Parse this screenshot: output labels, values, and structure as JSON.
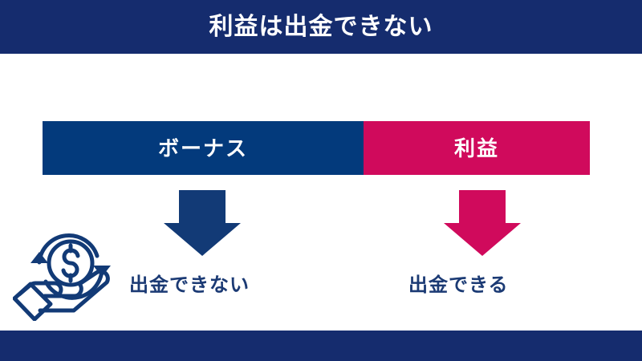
{
  "header": {
    "title": "利益は出金できない",
    "background_color": "#152c6e",
    "text_color": "#ffffff"
  },
  "segment_bar": {
    "segments": [
      {
        "key": "bonus",
        "label": "ボーナス",
        "color": "#033a7c",
        "text_color": "#ffffff"
      },
      {
        "key": "profit",
        "label": "利益",
        "color": "#d00a5c",
        "text_color": "#ffffff"
      }
    ]
  },
  "arrows": [
    {
      "key": "bonus-arrow",
      "direction": "down",
      "color": "#123a76"
    },
    {
      "key": "profit-arrow",
      "direction": "down",
      "color": "#d00a5c"
    }
  ],
  "captions": [
    {
      "key": "bonus",
      "text": "出金できない",
      "color": "#1b3a74"
    },
    {
      "key": "profit",
      "text": "出金できる",
      "color": "#1b3a74"
    }
  ],
  "icon": {
    "name": "hand-holding-cashback-dollar-icon",
    "symbol": "$",
    "color": "#123a76"
  },
  "footer": {
    "background_color": "#152c6e"
  }
}
